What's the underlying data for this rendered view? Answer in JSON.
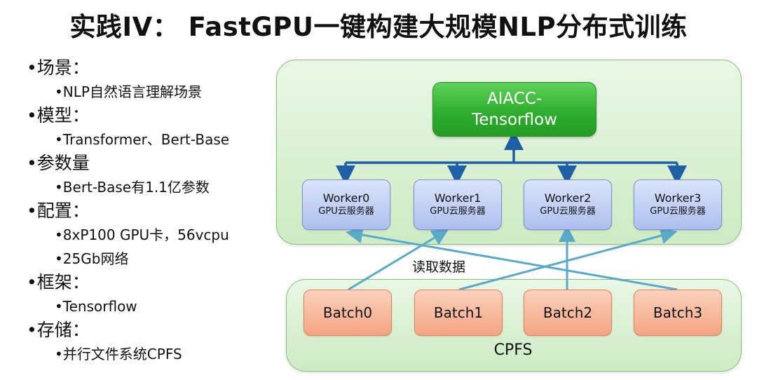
{
  "title": "实践IV： FastGPU一键构建大规模NLP分布式训练",
  "sidebar": {
    "sections": [
      {
        "title": "•场景：",
        "items": [
          "•NLP自然语言理解场景"
        ]
      },
      {
        "title": "•模型：",
        "items": [
          "•Transformer、Bert-Base"
        ]
      },
      {
        "title": "•参数量",
        "items": [
          "•Bert-Base有1.1亿参数"
        ]
      },
      {
        "title": "•配置：",
        "items": [
          "•8xP100 GPU卡，56vcpu",
          "•25Gb网络"
        ]
      },
      {
        "title": "•框架：",
        "items": [
          "•Tensorflow"
        ]
      },
      {
        "title": "•存储：",
        "items": [
          "•并行文件系统CPFS"
        ]
      }
    ]
  },
  "diagram": {
    "aiacc": {
      "line1": "AIACC-",
      "line2": "Tensorflow"
    },
    "workers": [
      {
        "name": "Worker0",
        "sub": "GPU云服务器"
      },
      {
        "name": "Worker1",
        "sub": "GPU云服务器"
      },
      {
        "name": "Worker2",
        "sub": "GPU云服务器"
      },
      {
        "name": "Worker3",
        "sub": "GPU云服务器"
      }
    ],
    "batches": [
      "Batch0",
      "Batch1",
      "Batch2",
      "Batch3"
    ],
    "read_label": "读取数据",
    "storage_label": "CPFS",
    "colors": {
      "panel": "#d6f0cf",
      "aiacc": "#33b233",
      "worker": "#c3d0f5",
      "batch": "#f8b799",
      "fan_arrow": "#1f5fa6",
      "read_arrow": "#5aa9c9"
    }
  }
}
